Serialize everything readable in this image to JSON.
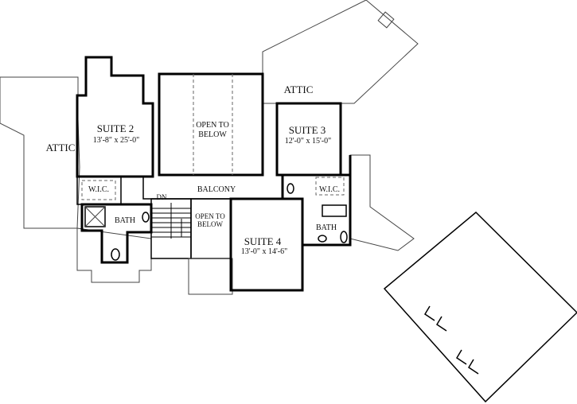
{
  "rooms": {
    "attic_left": {
      "name": "ATTIC"
    },
    "attic_top": {
      "name": "ATTIC"
    },
    "suite2": {
      "name": "SUITE 2",
      "size": "13'-8\" x 25'-0\""
    },
    "open_to_below_main": {
      "line1": "OPEN TO",
      "line2": "BELOW"
    },
    "suite3": {
      "name": "SUITE 3",
      "size": "12'-0\" x 15'-0\""
    },
    "wic_left": {
      "name": "W.I.C."
    },
    "wic_right": {
      "name": "W.I.C."
    },
    "balcony": {
      "name": "BALCONY"
    },
    "stairs": {
      "label": "DN"
    },
    "open_to_below_stair": {
      "line1": "OPEN TO",
      "line2": "BELOW"
    },
    "bath_left": {
      "name": "BATH"
    },
    "bath_right": {
      "name": "BATH"
    },
    "suite4": {
      "name": "SUITE 4",
      "size": "13'-0\" x 14'-6\""
    }
  }
}
